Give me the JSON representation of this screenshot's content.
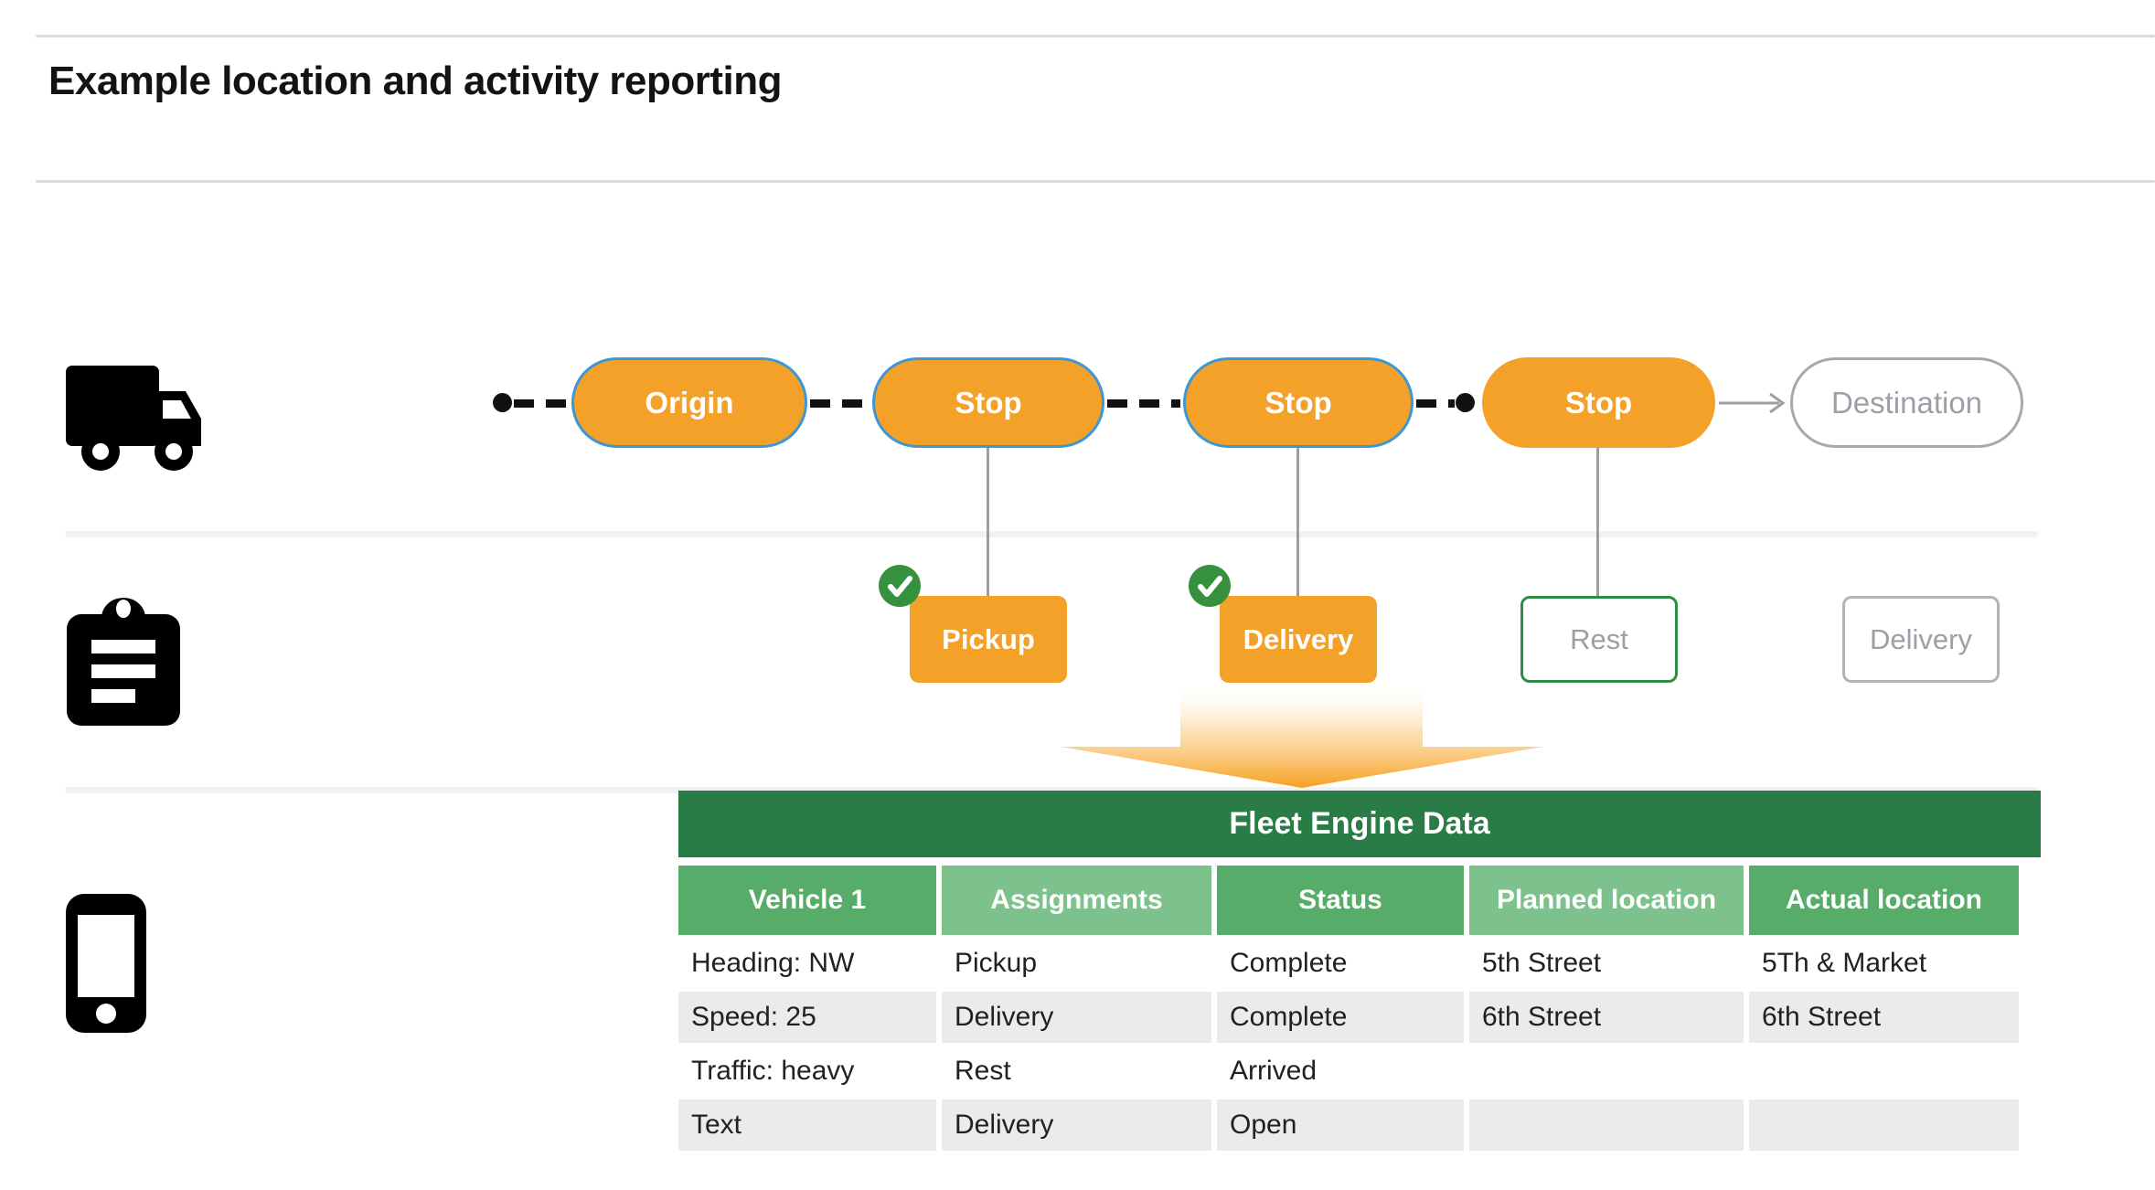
{
  "page_title": "Example location and activity reporting",
  "colors": {
    "orange": "#F4A129",
    "pill_border_blue": "#3D97D3",
    "green_dark": "#2A7C46",
    "green_mid": "#56AC68",
    "green_light": "#7DC28C",
    "check_green": "#36913F",
    "row_alt_gray": "#EBEBEB",
    "muted_text": "#9AA0A6",
    "connector_gray": "#9E9E9E"
  },
  "icons": {
    "vehicle_row": "truck-icon",
    "activity_row": "clipboard-icon",
    "data_row": "smartphone-icon",
    "completed": "check-icon"
  },
  "route": {
    "nodes": [
      {
        "label": "Origin",
        "style": "visited"
      },
      {
        "label": "Stop",
        "style": "visited"
      },
      {
        "label": "Stop",
        "style": "visited"
      },
      {
        "label": "Stop",
        "style": "current"
      },
      {
        "label": "Destination",
        "style": "upcoming"
      }
    ]
  },
  "activities": [
    {
      "label": "Pickup",
      "status": "completed"
    },
    {
      "label": "Delivery",
      "status": "completed"
    },
    {
      "label": "Rest",
      "status": "arrived"
    },
    {
      "label": "Delivery",
      "status": "open"
    }
  ],
  "table": {
    "title": "Fleet Engine Data",
    "columns": [
      "Vehicle 1",
      "Assignments",
      "Status",
      "Planned location",
      "Actual location"
    ],
    "rows": [
      [
        "Heading: NW",
        "Pickup",
        "Complete",
        "5th Street",
        "5Th & Market"
      ],
      [
        "Speed: 25",
        "Delivery",
        "Complete",
        "6th Street",
        "6th Street"
      ],
      [
        "Traffic: heavy",
        "Rest",
        "Arrived",
        "",
        ""
      ],
      [
        "Text",
        "Delivery",
        "Open",
        "",
        ""
      ]
    ]
  }
}
